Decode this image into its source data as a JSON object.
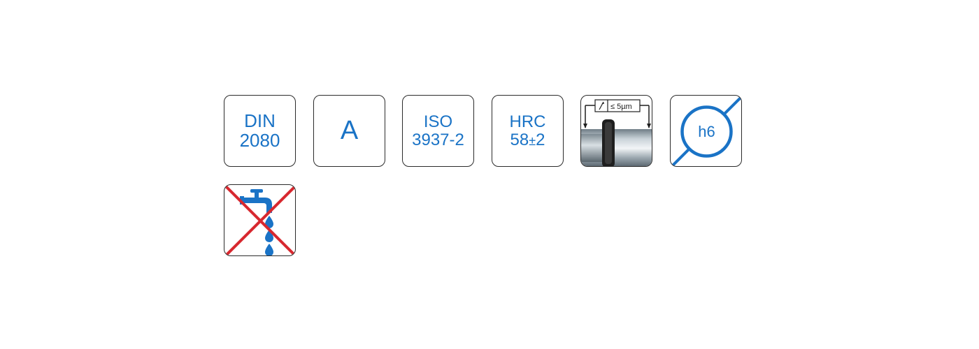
{
  "colors": {
    "accent_blue": "#1a73c6",
    "cross_red": "#d7282f",
    "border": "#2b2b2b"
  },
  "icons": [
    {
      "name": "din-2080-icon",
      "line1": "DIN",
      "line2": "2080"
    },
    {
      "name": "form-a-icon",
      "line1": "A"
    },
    {
      "name": "iso-3937-2-icon",
      "line1": "ISO",
      "line2": "3937-2"
    },
    {
      "name": "hrc-58-icon",
      "line1": "HRC",
      "line2_main": "58",
      "line2_pm": "±",
      "line2_tail": "2"
    },
    {
      "name": "runout-tolerance-icon",
      "label": "≤ 5µm"
    },
    {
      "name": "h6-tolerance-icon",
      "label": "h6"
    },
    {
      "name": "no-coolant-icon"
    }
  ]
}
